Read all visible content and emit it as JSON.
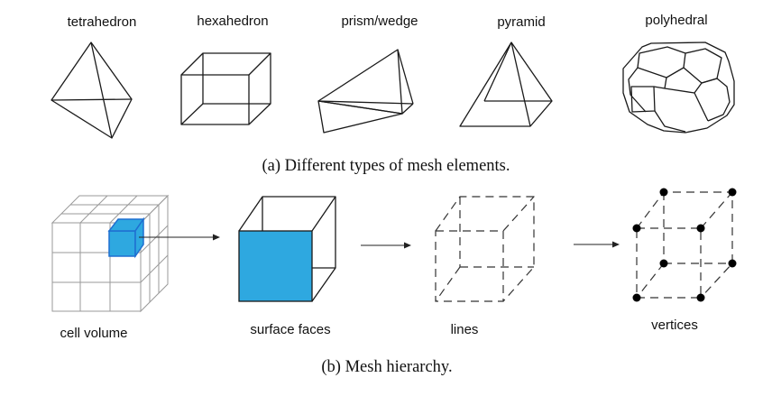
{
  "elements": {
    "tetrahedron": "tetrahedron",
    "hexahedron": "hexahedron",
    "prism": "prism/wedge",
    "pyramid": "pyramid",
    "polyhedral": "polyhedral"
  },
  "caption_a": "(a) Different types of mesh elements.",
  "hierarchy": {
    "cell_volume": "cell volume",
    "surface_faces": "surface faces",
    "lines": "lines",
    "vertices": "vertices"
  },
  "caption_b": "(b) Mesh hierarchy.",
  "colors": {
    "highlight_fill": "#2ea8e0",
    "highlight_edge": "#1f6fd1",
    "line": "#1a1a1a"
  }
}
